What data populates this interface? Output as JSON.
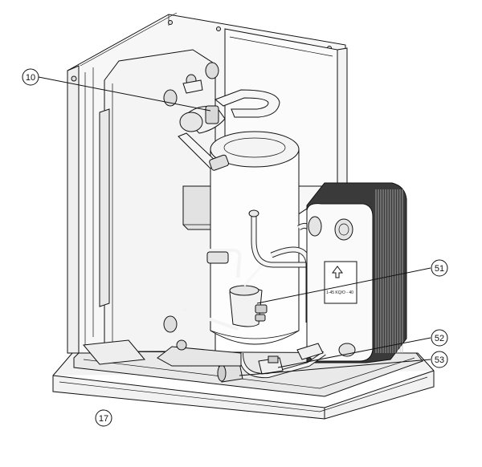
{
  "callouts": [
    {
      "id": "c10",
      "label": "10"
    },
    {
      "id": "c51",
      "label": "51"
    },
    {
      "id": "c52",
      "label": "52"
    },
    {
      "id": "c53",
      "label": "53"
    },
    {
      "id": "c17",
      "label": "17"
    }
  ],
  "plate_text": "1-45 KQ/O - 40"
}
